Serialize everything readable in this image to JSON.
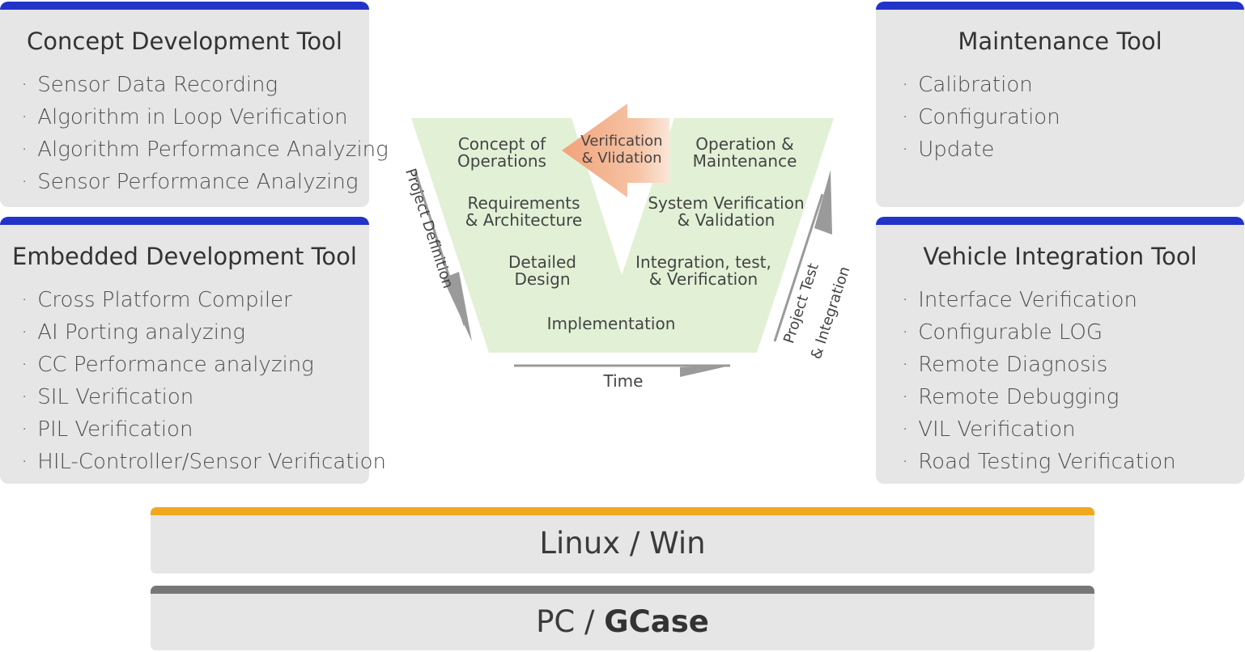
{
  "cards": {
    "concept": {
      "title": "Concept Development Tool",
      "items": [
        "Sensor Data Recording",
        "Algorithm in Loop Verification",
        "Algorithm Performance Analyzing",
        "Sensor Performance Analyzing"
      ]
    },
    "embedded": {
      "title": "Embedded Development Tool",
      "items": [
        "Cross Platform Compiler",
        "AI Porting analyzing",
        "CC Performance analyzing",
        "SIL Verification",
        "PIL Verification",
        "HIL-Controller/Sensor Verification"
      ]
    },
    "maintenance": {
      "title": "Maintenance Tool",
      "items": [
        "Calibration",
        "Configuration",
        "Update"
      ]
    },
    "vehicle": {
      "title": "Vehicle Integration Tool",
      "items": [
        "Interface Verification",
        "Configurable LOG",
        "Remote Diagnosis",
        "Remote Debugging",
        "VIL Verification",
        "Road Testing Verification"
      ]
    }
  },
  "v_model": {
    "concept_of_operations": "Concept of\nOperations",
    "requirements": "Requirements\n& Architecture",
    "detailed_design": "Detailed\nDesign",
    "implementation": "Implementation",
    "operation_maintenance": "Operation &\nMaintenance",
    "system_verification": "System Verification\n& Validation",
    "integration": "Integration, test,\n& Verification",
    "verification_arrow": "Verification\n& Vlidation",
    "left_axis": "Project Definition",
    "right_axis_line1": "Project Test",
    "right_axis_line2": "& Integration",
    "time_axis": "Time"
  },
  "platform": {
    "os": "Linux / Win",
    "hw_prefix": "PC / ",
    "hw_brand": "GCase"
  },
  "colors": {
    "card_accent": "#2233c9",
    "os_accent": "#f0a91f",
    "hw_accent": "#777777",
    "v_fill": "#e2f1d6",
    "arrow_fill": "#f2a77f"
  }
}
